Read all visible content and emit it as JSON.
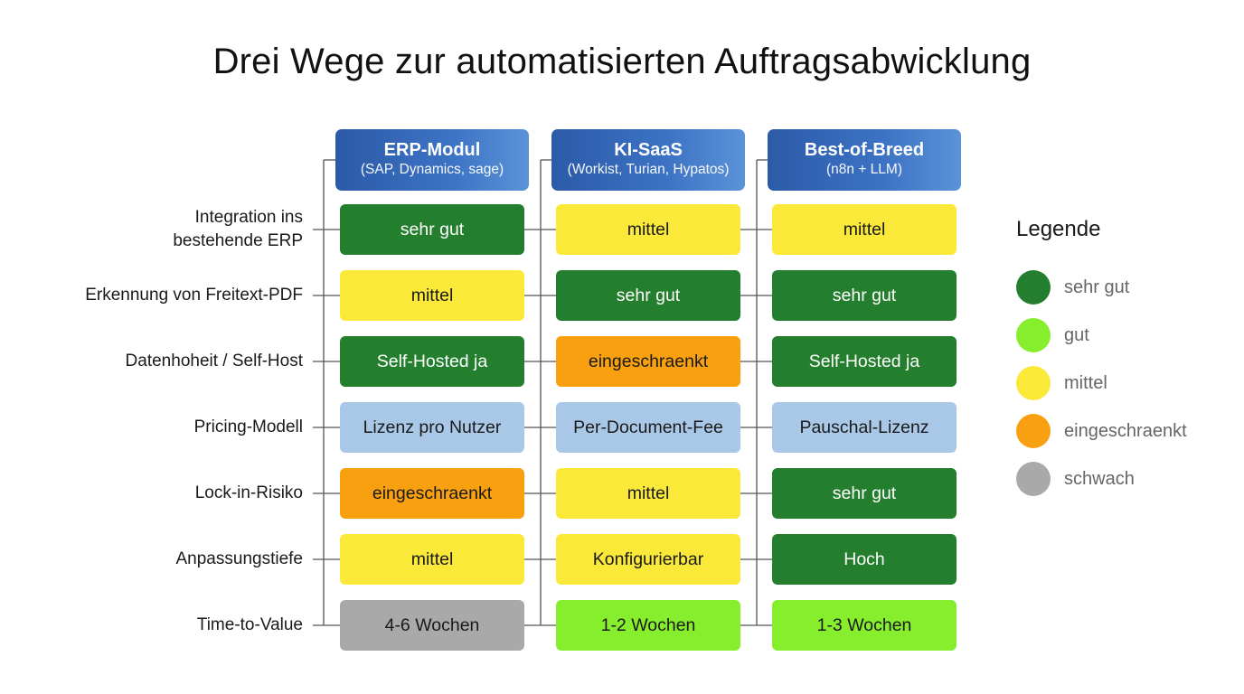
{
  "title": "Drei Wege zur automatisierten Auftragsabwicklung",
  "columns": [
    {
      "title": "ERP-Modul",
      "subtitle": "(SAP, Dynamics, sage)"
    },
    {
      "title": "KI-SaaS",
      "subtitle": "(Workist, Turian, Hypatos)"
    },
    {
      "title": "Best-of-Breed",
      "subtitle": "(n8n + LLM)"
    }
  ],
  "rows": [
    {
      "label": "Integration ins bestehende ERP",
      "cells": [
        {
          "text": "sehr gut",
          "rating": "sehr_gut"
        },
        {
          "text": "mittel",
          "rating": "mittel"
        },
        {
          "text": "mittel",
          "rating": "mittel"
        }
      ]
    },
    {
      "label": "Erkennung von Freitext-PDF",
      "cells": [
        {
          "text": "mittel",
          "rating": "mittel"
        },
        {
          "text": "sehr gut",
          "rating": "sehr_gut"
        },
        {
          "text": "sehr gut",
          "rating": "sehr_gut"
        }
      ]
    },
    {
      "label": "Datenhoheit / Self-Host",
      "cells": [
        {
          "text": "Self-Hosted ja",
          "rating": "sehr_gut"
        },
        {
          "text": "eingeschraenkt",
          "rating": "eingeschraenkt"
        },
        {
          "text": "Self-Hosted ja",
          "rating": "sehr_gut"
        }
      ]
    },
    {
      "label": "Pricing-Modell",
      "cells": [
        {
          "text": "Lizenz pro Nutzer",
          "rating": "info"
        },
        {
          "text": "Per-Document-Fee",
          "rating": "info"
        },
        {
          "text": "Pauschal-Lizenz",
          "rating": "info"
        }
      ]
    },
    {
      "label": "Lock-in-Risiko",
      "cells": [
        {
          "text": "eingeschraenkt",
          "rating": "eingeschraenkt"
        },
        {
          "text": "mittel",
          "rating": "mittel"
        },
        {
          "text": "sehr gut",
          "rating": "sehr_gut"
        }
      ]
    },
    {
      "label": "Anpassungstiefe",
      "cells": [
        {
          "text": "mittel",
          "rating": "mittel"
        },
        {
          "text": "Konfigurierbar",
          "rating": "mittel"
        },
        {
          "text": "Hoch",
          "rating": "sehr_gut"
        }
      ]
    },
    {
      "label": "Time-to-Value",
      "cells": [
        {
          "text": "4-6 Wochen",
          "rating": "schwach"
        },
        {
          "text": "1-2 Wochen",
          "rating": "gut"
        },
        {
          "text": "1-3 Wochen",
          "rating": "gut"
        }
      ]
    }
  ],
  "legend": {
    "title": "Legende",
    "items": [
      {
        "label": "sehr gut",
        "rating": "sehr_gut"
      },
      {
        "label": "gut",
        "rating": "gut"
      },
      {
        "label": "mittel",
        "rating": "mittel"
      },
      {
        "label": "eingeschraenkt",
        "rating": "eingeschraenkt"
      },
      {
        "label": "schwach",
        "rating": "schwach"
      }
    ]
  },
  "colors": {
    "sehr_gut": "#237f2d",
    "gut": "#86ee2c",
    "mittel": "#fbe93a",
    "eingeschraenkt": "#f8a010",
    "schwach": "#a9a9a9",
    "info": "#a9c8e8",
    "header": "#3d73c4"
  }
}
